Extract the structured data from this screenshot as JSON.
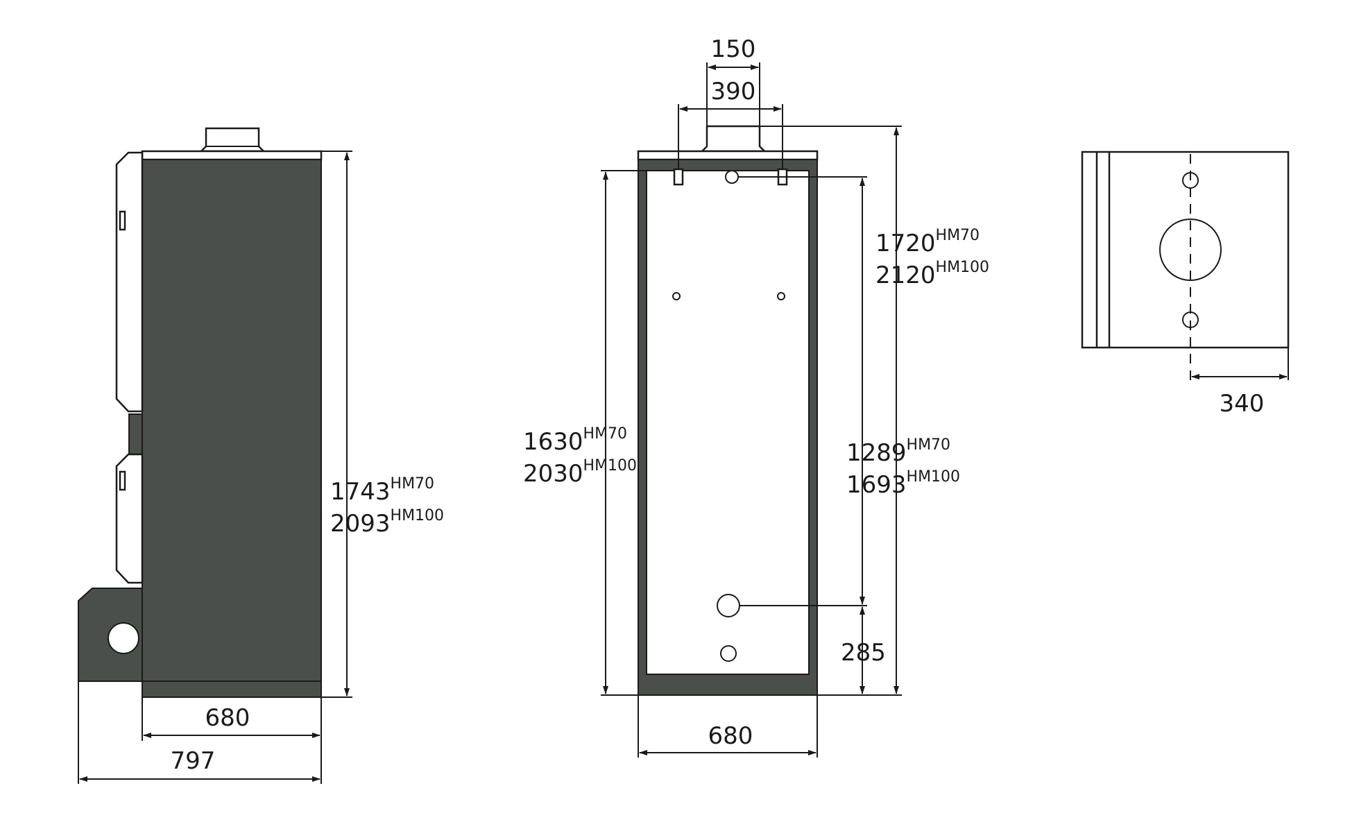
{
  "diagram": {
    "side_view": {
      "height": "1743",
      "height_variant_1": "HM70",
      "height_alt": "2093",
      "height_variant_2": "HM100",
      "depth_body": "680",
      "depth_total": "797"
    },
    "rear_view": {
      "flue_diameter": "150",
      "connection_spacing": "390",
      "height_total": "1720",
      "height_total_variant_1": "HM70",
      "height_total_alt": "2120",
      "height_total_variant_2": "HM100",
      "height_frame": "1630",
      "height_frame_variant_1": "HM70",
      "height_frame_alt": "2030",
      "height_frame_variant_2": "HM100",
      "height_outlet": "1289",
      "height_outlet_variant_1": "HM70",
      "height_outlet_alt": "1693",
      "height_outlet_variant_2": "HM100",
      "height_inlet": "285",
      "width": "680"
    },
    "top_view": {
      "flue_offset": "340"
    },
    "colors": {
      "body": "#4b4f4c",
      "line": "#1a1a1a"
    }
  }
}
